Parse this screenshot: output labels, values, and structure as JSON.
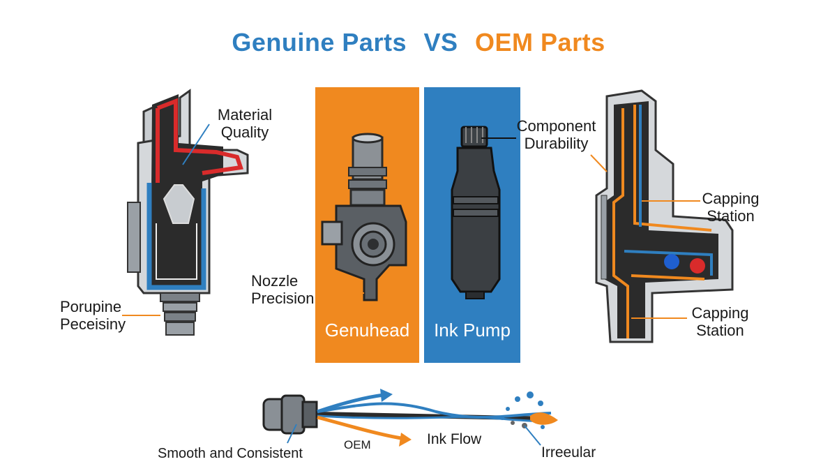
{
  "title": {
    "genuine": "Genuine Parts",
    "vs": "VS",
    "oem": "OEM Parts"
  },
  "colors": {
    "blue": "#2f7fc0",
    "orange": "#f0891f",
    "red": "#d92b2b",
    "dark": "#2b2b2b",
    "metal": "#9aa0a6"
  },
  "labels": {
    "material_quality": "Material Quality",
    "porupine_peceisiny": "Porupine Peceisiny",
    "nozzle_precision": "Nozzle Precision",
    "component_durability": "Component Durability",
    "capping_station_top": "Capping Station",
    "capping_station_bottom": "Capping Station",
    "smooth_consistent": "Smooth and Consistent",
    "oem": "OEM",
    "ink_flow": "Ink Flow",
    "irregular": "Irreeular"
  },
  "panels": {
    "left_label": "Genuhead",
    "right_label": "Ink Pump"
  }
}
